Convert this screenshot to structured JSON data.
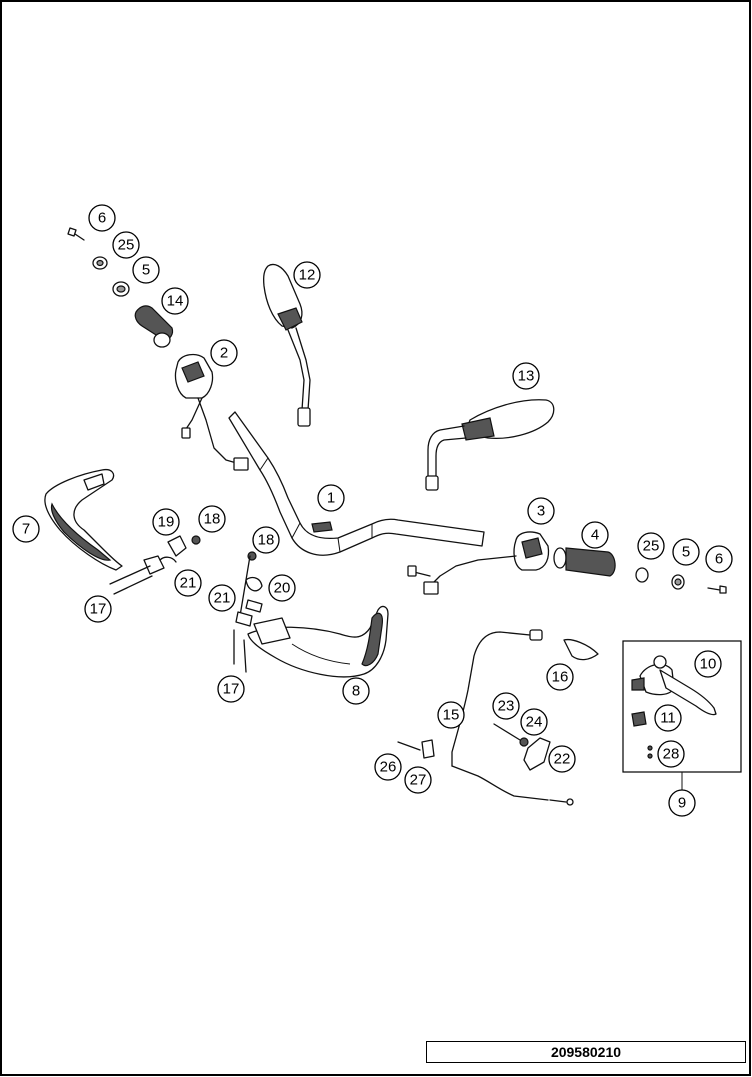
{
  "drawing_number": "209580210",
  "callouts": [
    "1",
    "2",
    "3",
    "4",
    "5",
    "5",
    "6",
    "6",
    "7",
    "8",
    "9",
    "10",
    "11",
    "12",
    "13",
    "14",
    "15",
    "16",
    "17",
    "17",
    "18",
    "18",
    "19",
    "20",
    "21",
    "21",
    "22",
    "23",
    "24",
    "25",
    "25",
    "26",
    "27",
    "28"
  ],
  "icons": {
    "handlebar": "handlebar-icon",
    "mirror": "mirror-icon",
    "grip": "grip-icon",
    "switch": "handlebar-switch-icon",
    "handguard": "handguard-icon",
    "lever": "clutch-lever-icon",
    "cable": "cable-icon"
  }
}
